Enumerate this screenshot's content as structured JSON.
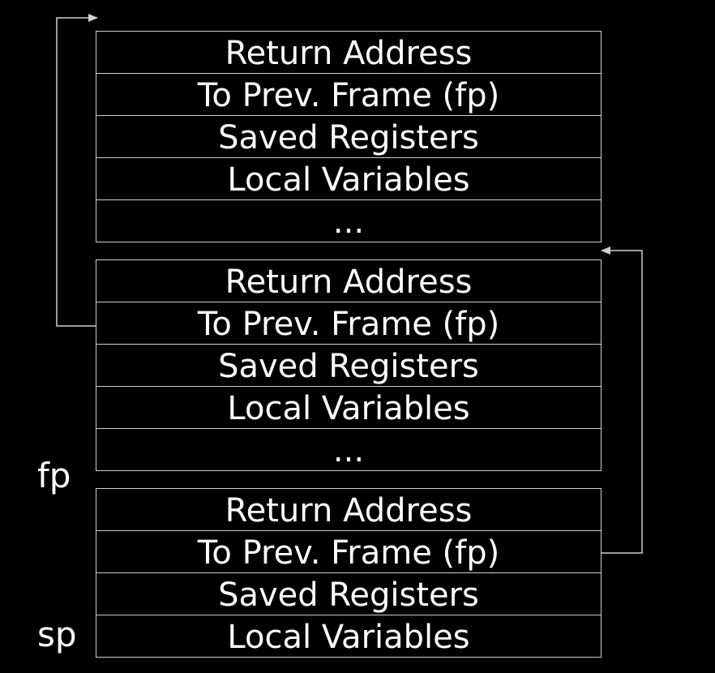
{
  "frames": [
    {
      "rows": [
        "Return Address",
        "To Prev. Frame (fp)",
        "Saved Registers",
        "Local Variables",
        "..."
      ]
    },
    {
      "rows": [
        "Return Address",
        "To Prev. Frame (fp)",
        "Saved Registers",
        "Local Variables",
        "..."
      ]
    },
    {
      "rows": [
        "Return Address",
        "To Prev. Frame (fp)",
        "Saved Registers",
        "Local Variables"
      ]
    }
  ],
  "pointers": {
    "fp": "fp",
    "sp": "sp"
  },
  "colors": {
    "background": "#000000",
    "text": "#ffffff",
    "lines": "#cfcfcf"
  }
}
